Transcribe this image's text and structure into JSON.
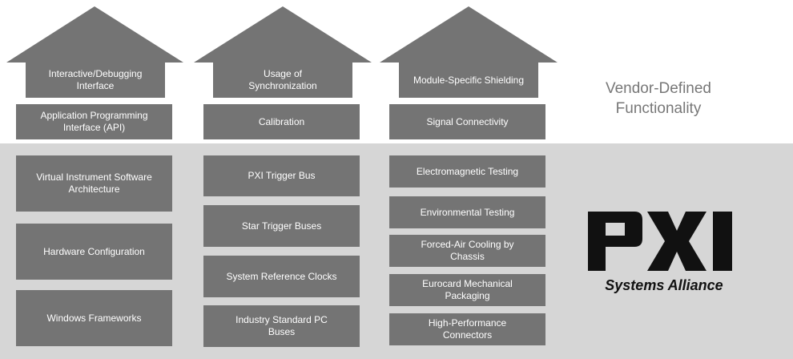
{
  "vendor_label": "Vendor-Defined\nFunctionality",
  "columns": [
    {
      "roof_label": "Interactive/Debugging\nInterface",
      "upper_box": "Application Programming\nInterface (API)",
      "items": [
        "Virtual Instrument Software\nArchitecture",
        "Hardware Configuration",
        "Windows Frameworks"
      ]
    },
    {
      "roof_label": "Usage of\nSynchronization",
      "upper_box": "Calibration",
      "items": [
        "PXI Trigger Bus",
        "Star Trigger Buses",
        "System Reference Clocks",
        "Industry Standard PC\nBuses"
      ]
    },
    {
      "roof_label": "Module-Specific Shielding",
      "upper_box": "Signal Connectivity",
      "items": [
        "Electromagnetic Testing",
        "Environmental Testing",
        "Forced-Air Cooling by\nChassis",
        "Eurocard Mechanical\nPackaging",
        "High-Performance\nConnectors"
      ]
    }
  ],
  "logo": {
    "letters": [
      "P",
      "X",
      "I"
    ],
    "subtitle": "Systems Alliance"
  },
  "colors": {
    "box": "#747474",
    "band": "#d6d6d6",
    "vendor_text": "#777777",
    "logo": "#111111"
  }
}
